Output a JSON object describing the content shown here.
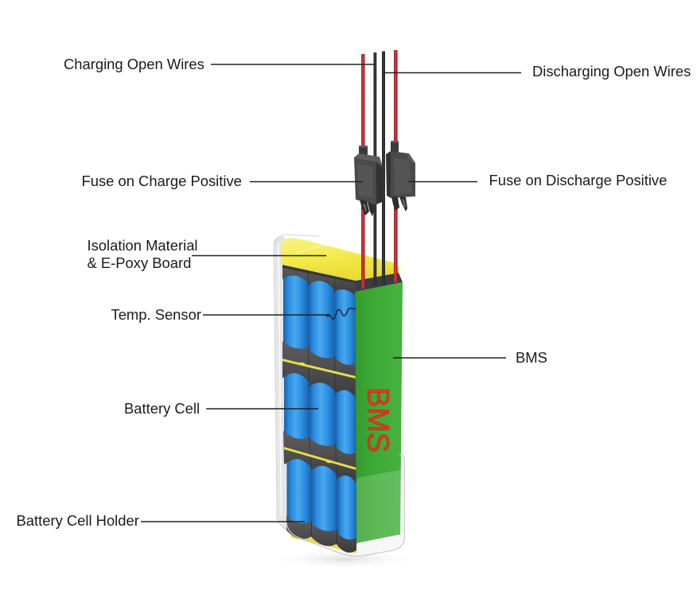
{
  "callouts": {
    "charging_open_wires": "Charging Open Wires",
    "discharging_open_wires": "Discharging Open Wires",
    "fuse_on_charge_positive": "Fuse on Charge Positive",
    "fuse_on_discharge_positive": "Fuse on Discharge Positive",
    "isolation_material": {
      "line1": "Isolation Material",
      "line2": "& E-Poxy Board"
    },
    "temp_sensor": "Temp. Sensor",
    "bms": "BMS",
    "battery_cell": "Battery Cell",
    "battery_cell_holder": "Battery Cell Holder"
  },
  "bms_board": {
    "printed_text": "BMS"
  },
  "colors": {
    "label_text": "#1b1b1b",
    "leader_line": "#222222",
    "red_wire": "#be262e",
    "black_wire": "#3b3b3b",
    "fuse_holder": "#4a4a4a",
    "isolation_board": "#f4eb4e",
    "insulation_strip": "#e9de4a",
    "cell_holder": "#4e4e50",
    "battery_cell": "#2a8de0",
    "bms_board": "#3daa36",
    "bms_text": "#e23a1d",
    "temp_sensor_wire": "#1e2b48",
    "sleeve": "#e6e6e6"
  }
}
